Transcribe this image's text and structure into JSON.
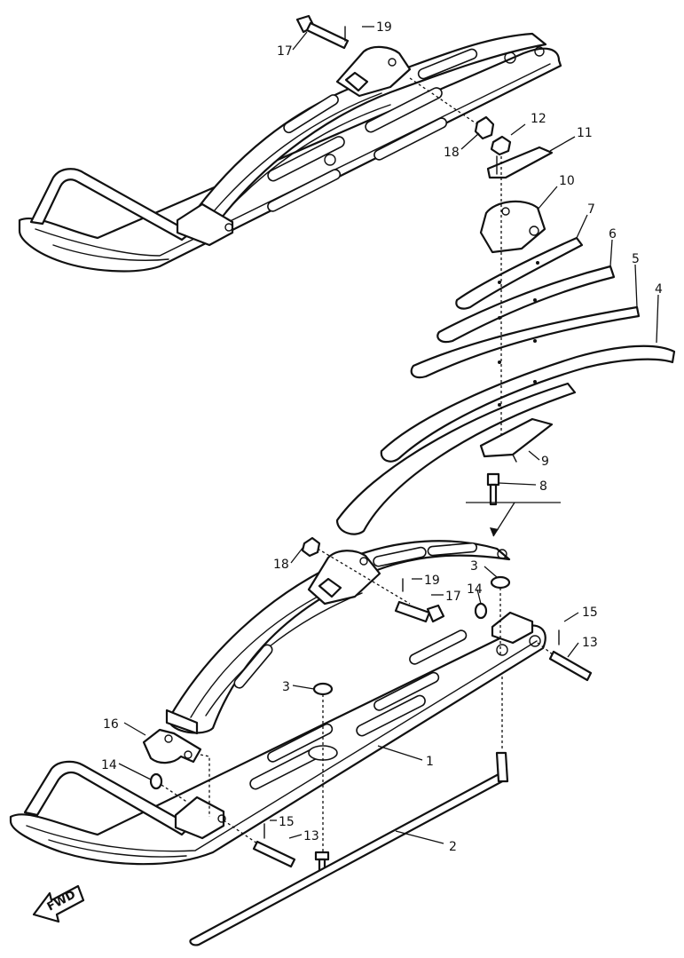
{
  "diagram": {
    "callouts": [
      {
        "id": "c19a",
        "text": "19"
      },
      {
        "id": "c17a",
        "text": "17"
      },
      {
        "id": "c18a",
        "text": "18"
      },
      {
        "id": "c12",
        "text": "12"
      },
      {
        "id": "c11",
        "text": "11"
      },
      {
        "id": "c10",
        "text": "10"
      },
      {
        "id": "c7",
        "text": "7"
      },
      {
        "id": "c6",
        "text": "6"
      },
      {
        "id": "c5",
        "text": "5"
      },
      {
        "id": "c4",
        "text": "4"
      },
      {
        "id": "c9",
        "text": "9"
      },
      {
        "id": "c8",
        "text": "8"
      },
      {
        "id": "c18b",
        "text": "18"
      },
      {
        "id": "c3a",
        "text": "3"
      },
      {
        "id": "c19b",
        "text": "19"
      },
      {
        "id": "c17b",
        "text": "17"
      },
      {
        "id": "c14a",
        "text": "14"
      },
      {
        "id": "c15a",
        "text": "15"
      },
      {
        "id": "c13a",
        "text": "13"
      },
      {
        "id": "c3b",
        "text": "3"
      },
      {
        "id": "c16",
        "text": "16"
      },
      {
        "id": "c1",
        "text": "1"
      },
      {
        "id": "c14b",
        "text": "14"
      },
      {
        "id": "c15b",
        "text": "15"
      },
      {
        "id": "c13b",
        "text": "13"
      },
      {
        "id": "c2",
        "text": "2"
      }
    ],
    "fwd_label": "FWD"
  }
}
